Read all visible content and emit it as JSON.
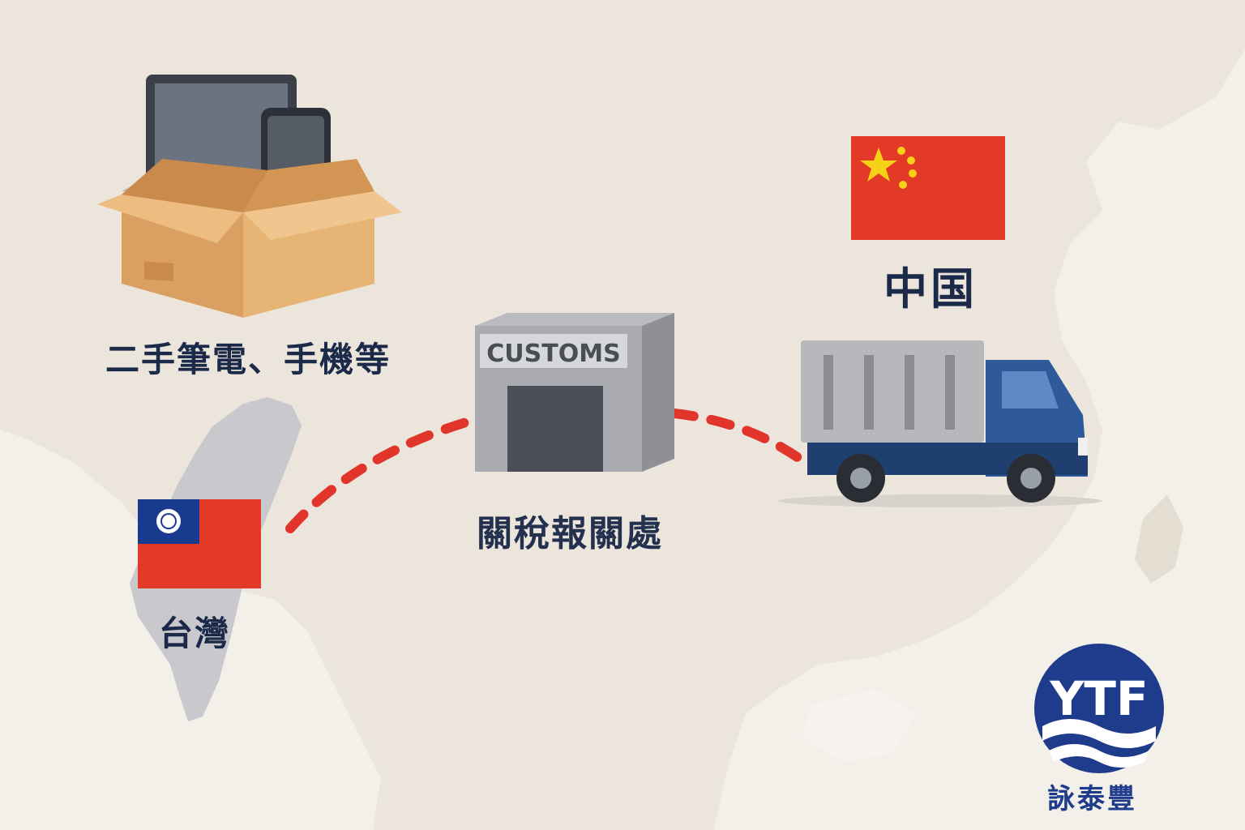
{
  "labels": {
    "goods": "二手筆電、手機等",
    "taiwan": "台灣",
    "customs_office": "關稅報關處",
    "china": "中国",
    "customs_sign": "CUSTOMS",
    "brand_logo": "YTF",
    "brand_name": "詠泰豐"
  },
  "icons": {
    "box": "cardboard-box-icon",
    "laptop": "laptop-icon",
    "phone": "smartphone-icon",
    "taiwan_flag": "taiwan-flag-icon",
    "china_flag": "china-flag-icon",
    "customs_building": "customs-building-icon",
    "truck": "truck-icon",
    "logo": "ytf-logo-icon"
  },
  "colors": {
    "background": "#f3efe9",
    "land": "#eae4da",
    "text": "#1c2a4a",
    "route": "#e1352b",
    "flag_red": "#e23a26",
    "flag_blue": "#1a3a8f",
    "star_yellow": "#f7d117",
    "truck_blue": "#2e5a9c",
    "brand_blue": "#1f3c8c"
  }
}
